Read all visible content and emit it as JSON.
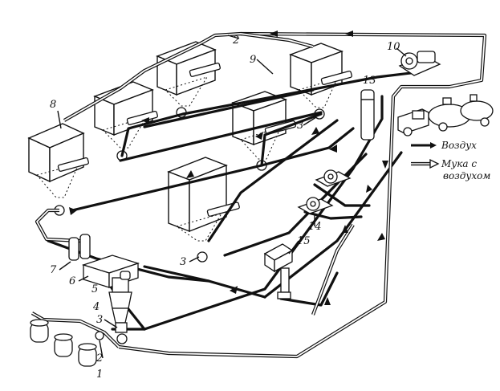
{
  "labels": {
    "n1": "1",
    "n2a": "2",
    "n2b": "2",
    "n3a": "3",
    "n3b": "3",
    "n3c": "3",
    "n4": "4",
    "n5": "5",
    "n6": "6",
    "n7": "7",
    "n8": "8",
    "n9": "9",
    "n10": "10",
    "n13": "13",
    "n14": "14",
    "n15": "15"
  },
  "legend": {
    "air": "Воздух",
    "flour_line1": "Мука с",
    "flour_line2": "воздухом"
  },
  "colors": {
    "ink": "#111111",
    "paper": "#ffffff"
  }
}
